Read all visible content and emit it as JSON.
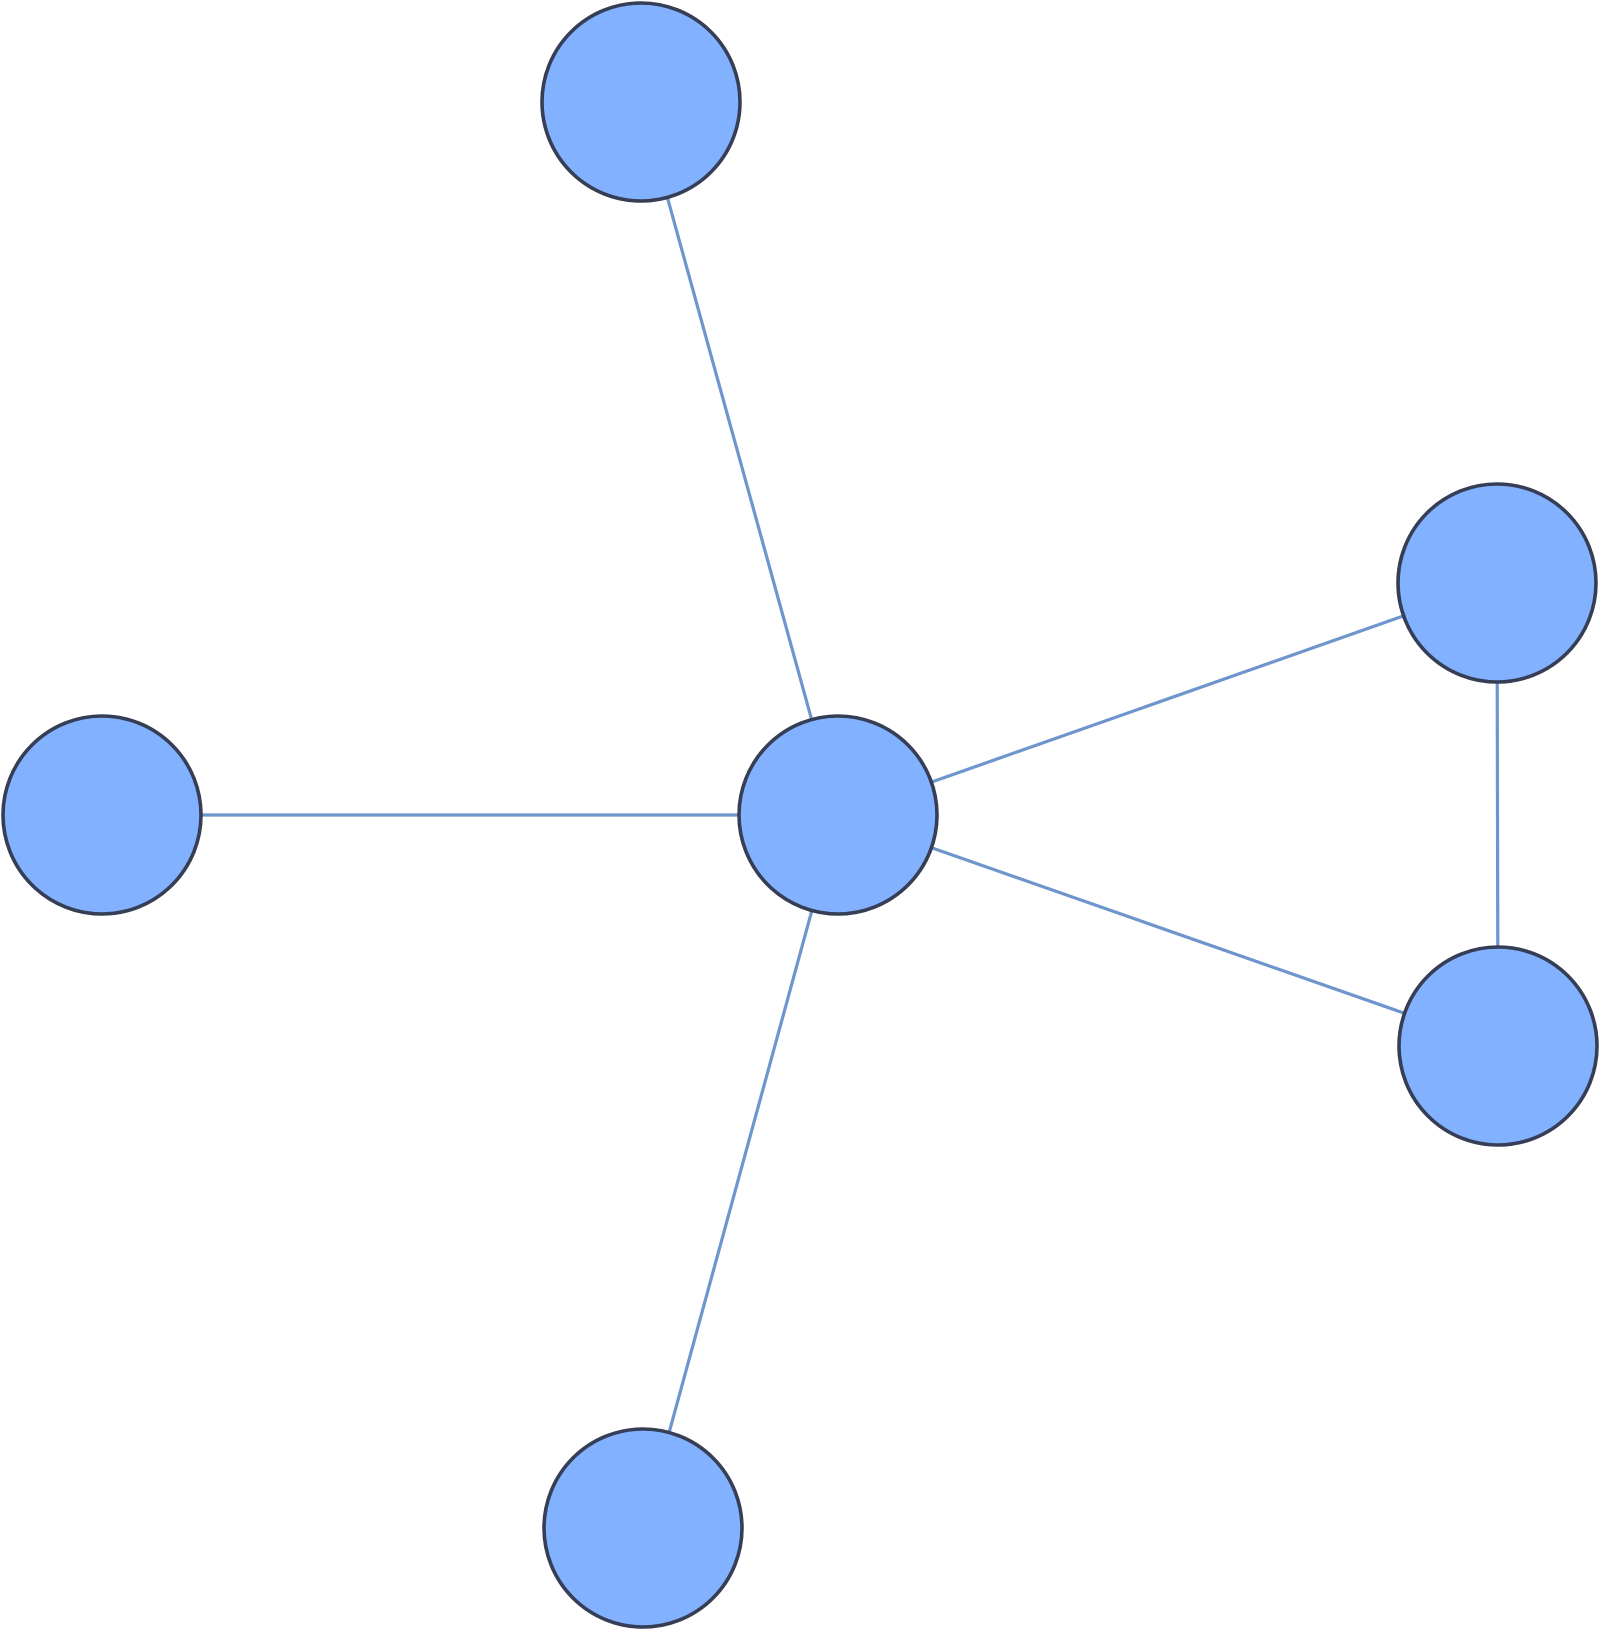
{
  "diagram": {
    "type": "undirected-graph",
    "colors": {
      "background": "#ffffff",
      "node_fill": "#82b2ff",
      "node_stroke": "#363e56",
      "edge_stroke": "#6e95cc"
    },
    "nodes": [
      {
        "id": "hub"
      },
      {
        "id": "top"
      },
      {
        "id": "left"
      },
      {
        "id": "bottom"
      },
      {
        "id": "upper-right"
      },
      {
        "id": "lower-right"
      }
    ],
    "edges": [
      {
        "from": "hub",
        "to": "top"
      },
      {
        "from": "hub",
        "to": "left"
      },
      {
        "from": "hub",
        "to": "bottom"
      },
      {
        "from": "hub",
        "to": "upper-right"
      },
      {
        "from": "hub",
        "to": "lower-right"
      },
      {
        "from": "upper-right",
        "to": "lower-right"
      }
    ]
  }
}
